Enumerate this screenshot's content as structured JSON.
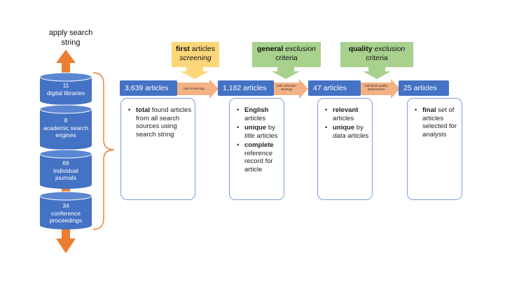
{
  "apply": {
    "line1": "apply search",
    "line2": "string"
  },
  "sources": [
    {
      "l1": "11",
      "l2": "digital libraries",
      "l3": ""
    },
    {
      "l1": "8",
      "l2": "academic search",
      "l3": "engines"
    },
    {
      "l1": "66",
      "l2": "individual",
      "l3": "journals"
    },
    {
      "l1": "34",
      "l2": "conference",
      "l3": "proceedings"
    }
  ],
  "stages": [
    {
      "count": "3,639 articles"
    },
    {
      "count": "1,182 articles"
    },
    {
      "count": "47 articles"
    },
    {
      "count": "25 articles"
    }
  ],
  "steps": [
    {
      "l1": "bulk screening",
      "l2": ""
    },
    {
      "l1": "bulk selection",
      "l2": "strategy"
    },
    {
      "l1": "individual quality",
      "l2": "assessment"
    }
  ],
  "criteria": [
    {
      "bold": "first",
      "rest": " articles",
      "italic": "screening",
      "plain": ""
    },
    {
      "bold": "general",
      "rest": " ",
      "italic": "exclusion",
      "plain": "criteria"
    },
    {
      "bold": "quality",
      "rest": " ",
      "italic": "exclusion",
      "plain": "criteria"
    }
  ],
  "details": {
    "box1": {
      "b1": "total",
      "t1": " found articles from all search sources using search string"
    },
    "box2": {
      "b1": "English",
      "t1": " articles",
      "b2": "unique",
      "t2a": " by ",
      "i2": "title",
      "t2b": " articles",
      "b3": "complete",
      "t3": " reference record for article"
    },
    "box3": {
      "b1": "relevant",
      "t1": " articles",
      "b2": "unique",
      "t2a": " by ",
      "i2": "data",
      "t2b": " articles"
    },
    "box4": {
      "b1": "final",
      "t1": " set of articles selected for analysis"
    }
  },
  "colors": {
    "blue": "#4472c4",
    "orange": "#ed7d31",
    "yellow": "#fcd77a",
    "green": "#a9d18e",
    "salmon": "#f4b183"
  }
}
